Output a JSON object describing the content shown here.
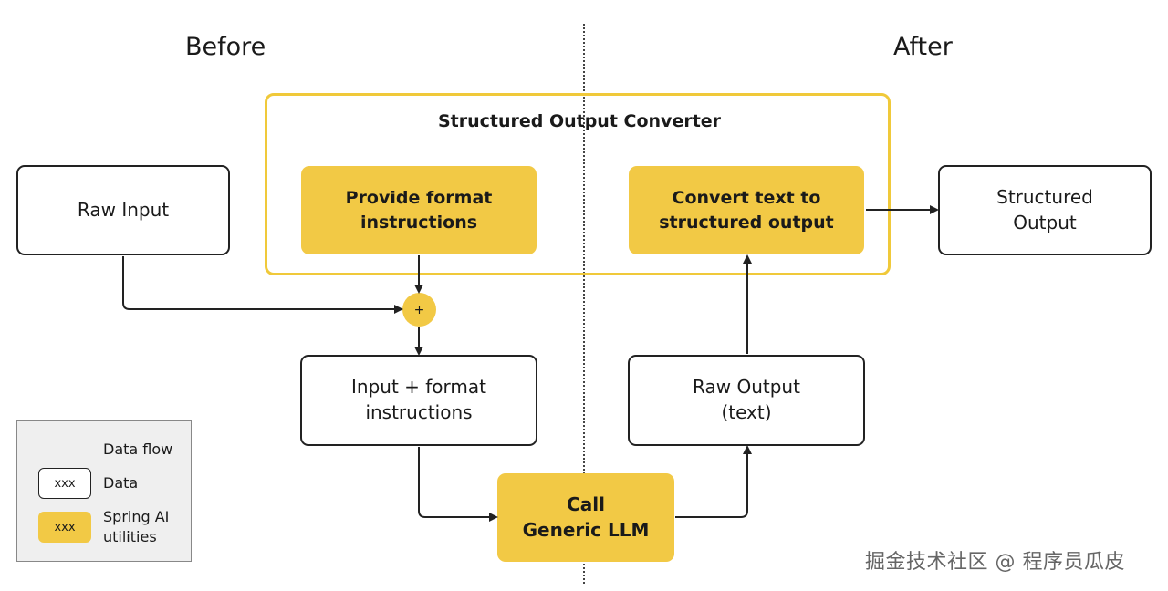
{
  "headings": {
    "before": "Before",
    "after": "After"
  },
  "converter": {
    "title": "Structured Output Converter"
  },
  "nodes": {
    "raw_input": "Raw Input",
    "provide_format": [
      "Provide format",
      "instructions"
    ],
    "convert_text": [
      "Convert text to",
      "structured  output"
    ],
    "structured_output": [
      "Structured",
      "Output"
    ],
    "plus": "+",
    "input_format": [
      "Input + format",
      "instructions"
    ],
    "raw_output": [
      "Raw Output",
      "(text)"
    ],
    "llm": [
      "Call",
      "Generic LLM"
    ]
  },
  "legend": {
    "data_flow": "Data flow",
    "data_sample": "xxx",
    "data": "Data",
    "util_sample": "xxx",
    "utilities": [
      "Spring AI",
      "utilities"
    ]
  },
  "watermark": "掘金技术社区 @ 程序员瓜皮",
  "colors": {
    "accent": "#f2c945",
    "frame": "#f0c93a",
    "line": "#222222"
  }
}
